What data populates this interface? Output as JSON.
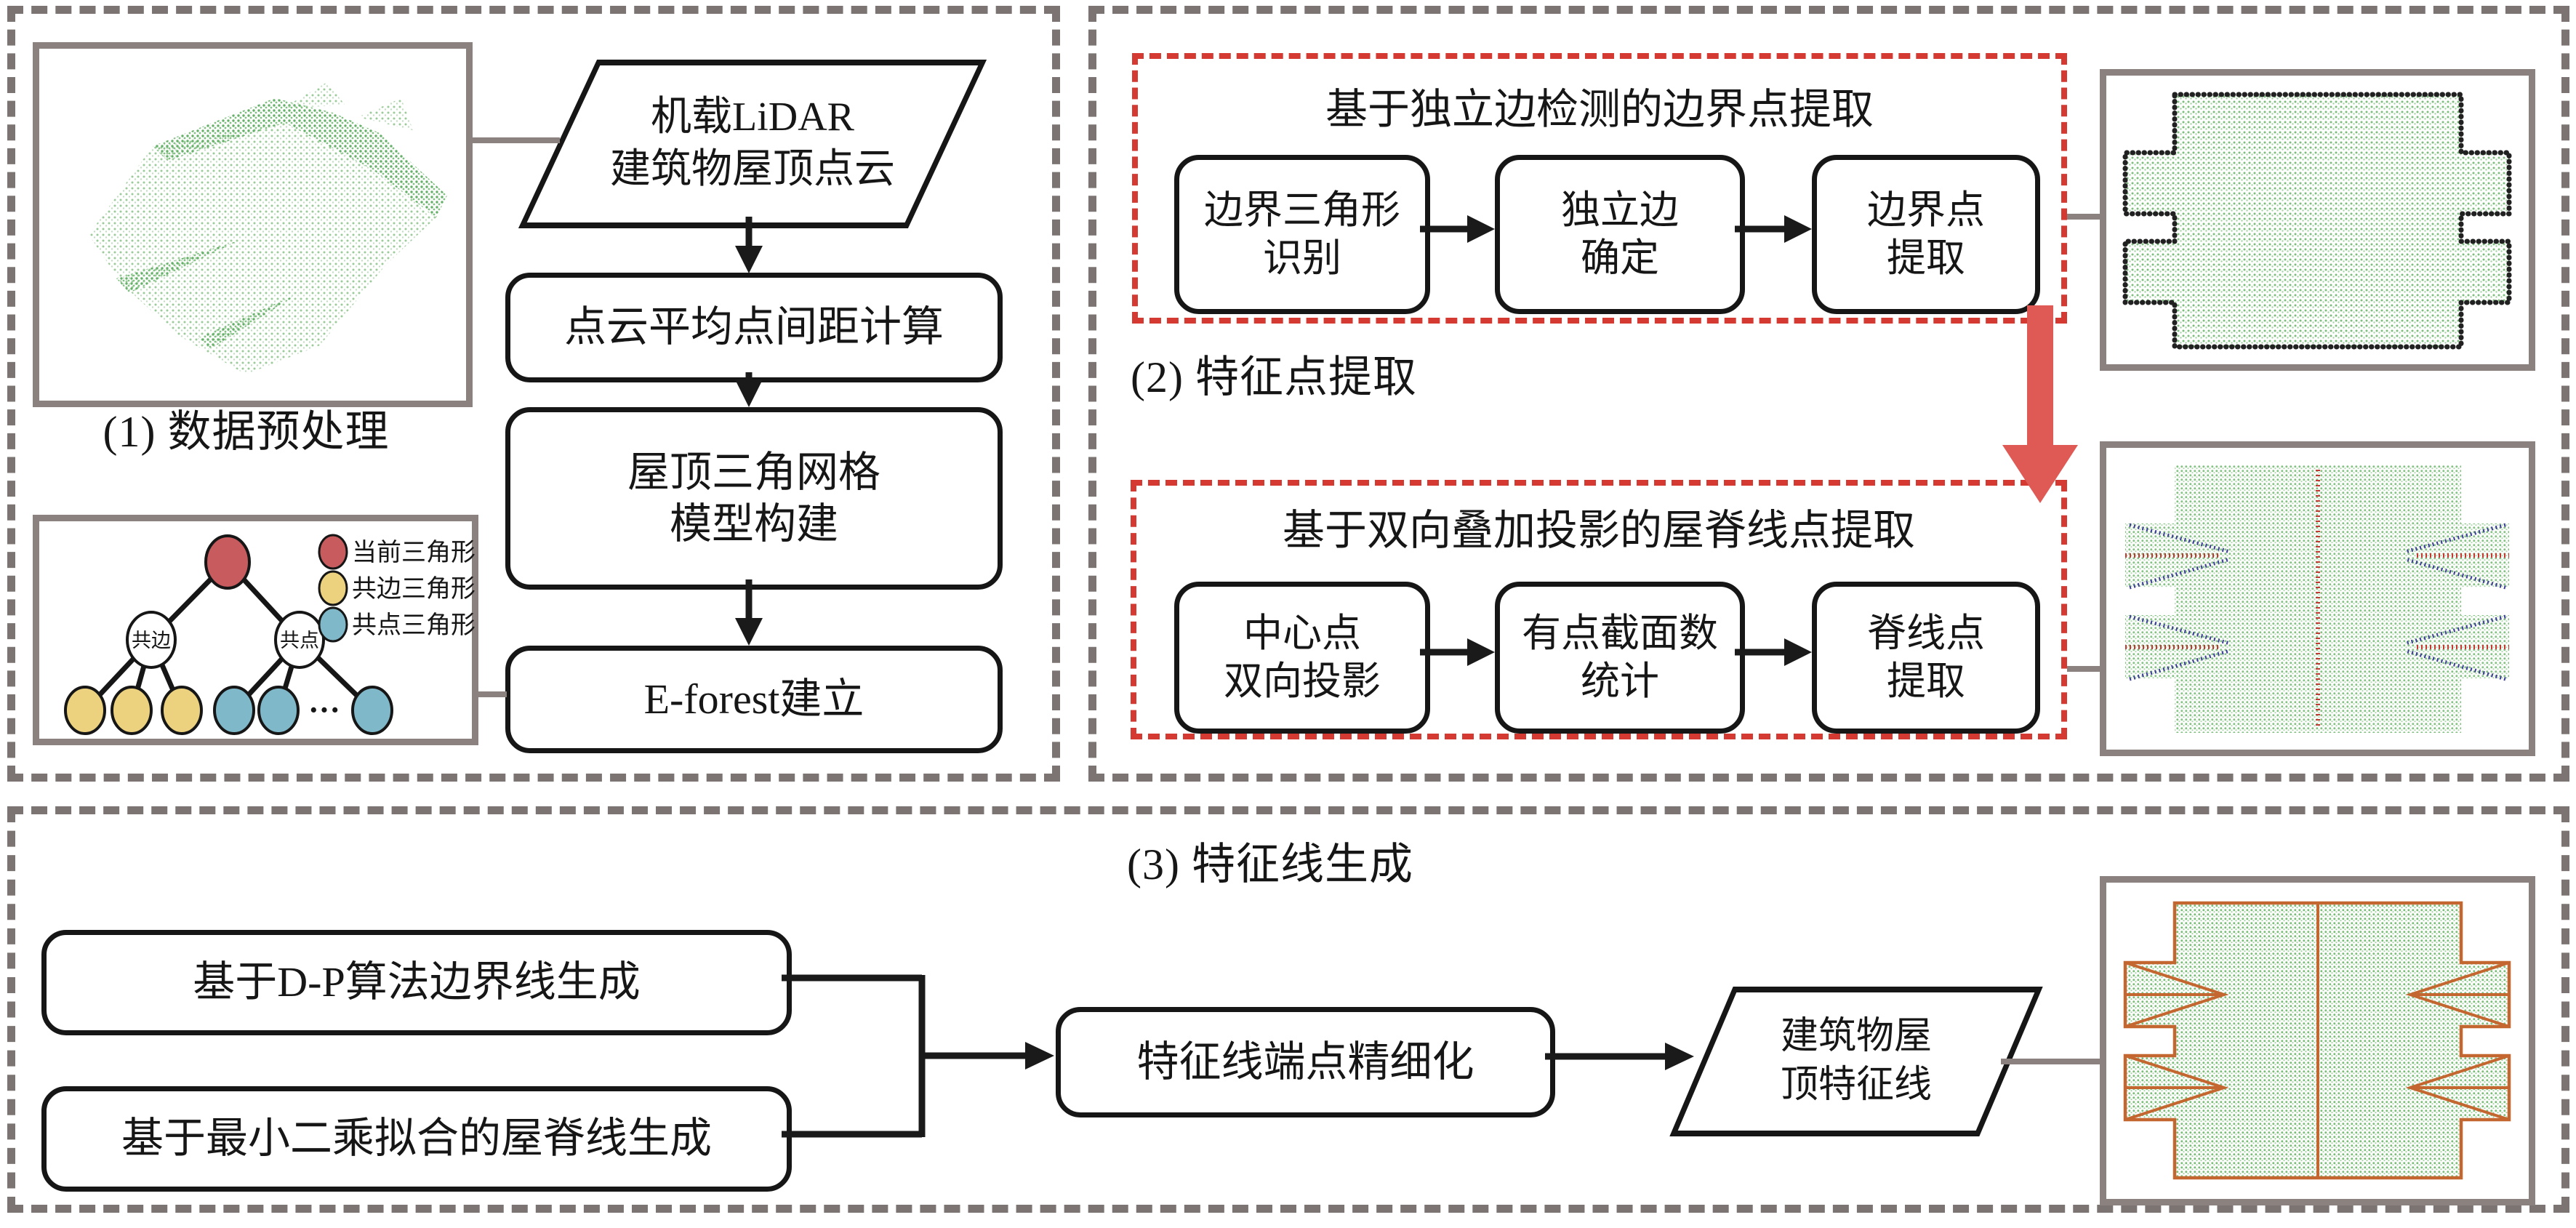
{
  "colors": {
    "panel_border_gray": "#7b7472",
    "frame_border_gray": "#8b8280",
    "group_border_red": "#d43a31",
    "flow_arrow_red": "#e05a55",
    "point_cloud_green": "#9acb98",
    "ridge_point_red": "#c63832",
    "ridge_point_blue": "#3c3e96",
    "feature_line_orange": "#c4662f",
    "box_border_black": "#161616"
  },
  "panel1": {
    "label": "(1) 数据预处理",
    "parallelogram_input": {
      "line1": "机载LiDAR",
      "line2": "建筑物屋顶点云"
    },
    "box_spacing": "点云平均点间距计算",
    "box_mesh": {
      "line1": "屋顶三角网格",
      "line2": "模型构建"
    },
    "box_eforest": "E-forest建立",
    "tree": {
      "node_left": "共边",
      "node_right": "共点",
      "ellipsis": "···",
      "legend": [
        {
          "label": "当前三角形",
          "color": "#c75b5e"
        },
        {
          "label": "共边三角形",
          "color": "#ecd27e"
        },
        {
          "label": "共点三角形",
          "color": "#7fb9c9"
        }
      ]
    }
  },
  "panel2": {
    "label": "(2) 特征点提取",
    "boundary_group": {
      "title": "基于独立边检测的边界点提取",
      "step1": {
        "line1": "边界三角形",
        "line2": "识别"
      },
      "step2": {
        "line1": "独立边",
        "line2": "确定"
      },
      "step3": {
        "line1": "边界点",
        "line2": "提取"
      }
    },
    "ridge_group": {
      "title": "基于双向叠加投影的屋脊线点提取",
      "step1": {
        "line1": "中心点",
        "line2": "双向投影"
      },
      "step2": {
        "line1": "有点截面数",
        "line2": "统计"
      },
      "step3": {
        "line1": "脊线点",
        "line2": "提取"
      }
    }
  },
  "panel3": {
    "label": "(3) 特征线生成",
    "box_boundary": "基于D-P算法边界线生成",
    "box_ridge": "基于最小二乘拟合的屋脊线生成",
    "box_refine": "特征线端点精细化",
    "parallelogram_output": {
      "line1": "建筑物屋",
      "line2": "顶特征线"
    }
  }
}
